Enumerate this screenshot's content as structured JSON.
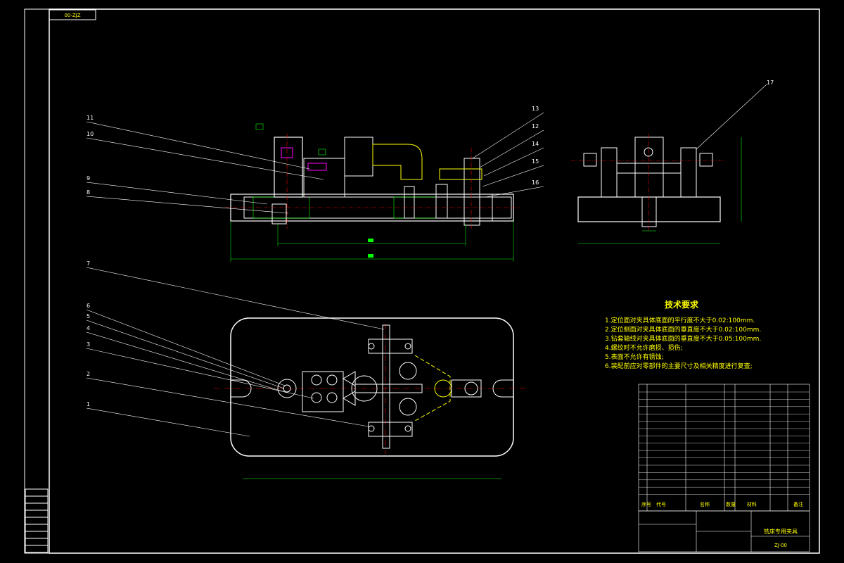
{
  "drawing_number_corner": "00-ZJZ",
  "leader_labels": {
    "front_left": [
      "11",
      "10",
      "9",
      "8"
    ],
    "front_right": [
      "13",
      "12",
      "14",
      "15",
      "16"
    ],
    "side": [
      "17"
    ],
    "plan_left": [
      "7",
      "6",
      "5",
      "4",
      "3",
      "2",
      "1"
    ]
  },
  "tech_requirements": {
    "title": "技术要求",
    "items": [
      "1.定位面对夹具体底面的平行度不大于0.02:100mm.",
      "2.定位侧面对夹具体底面的垂直度不大于0.02:100mm.",
      "3.钻套轴线对夹具体底面的垂直度不大于0.05:100mm.",
      "4.螺纹时不允许磨损、损伤;",
      "5.表面不允许有锈蚀;",
      "6.装配前应对零部件的主要尺寸及相关精度进行复查;"
    ]
  },
  "title_block": {
    "header": [
      "序号",
      "代号",
      "名称",
      "数量",
      "材料",
      "备注"
    ],
    "title": "铣床专用夹具",
    "drawing_no": "ZJ-00"
  },
  "colors": {
    "background": "#000000",
    "outline": "#ffffff",
    "dimension": "#00ff00",
    "text": "#ffff00",
    "centerline": "#ff0000",
    "section": "#ff00ff"
  }
}
